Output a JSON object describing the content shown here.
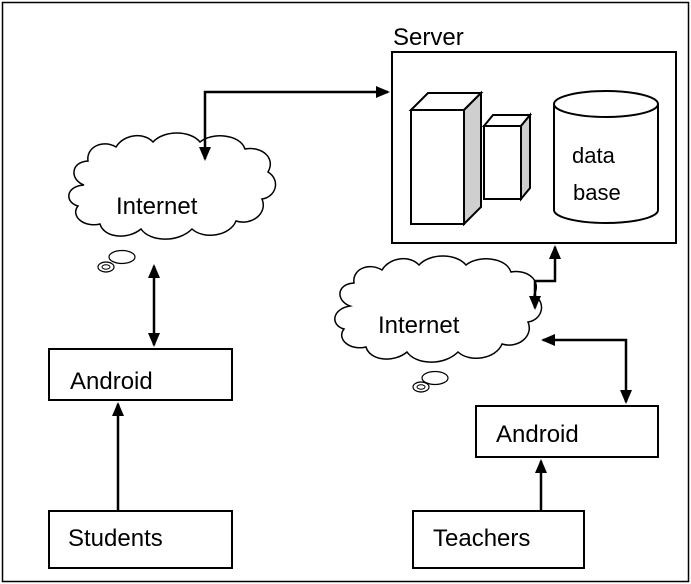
{
  "diagram": {
    "server": {
      "label": "Server",
      "database_label_line1": "data",
      "database_label_line2": "base"
    },
    "cloud_left": {
      "label": "Internet"
    },
    "cloud_right": {
      "label": "Internet"
    },
    "android_left": {
      "label": "Android"
    },
    "android_right": {
      "label": "Android"
    },
    "students": {
      "label": "Students"
    },
    "teachers": {
      "label": "Teachers"
    }
  }
}
